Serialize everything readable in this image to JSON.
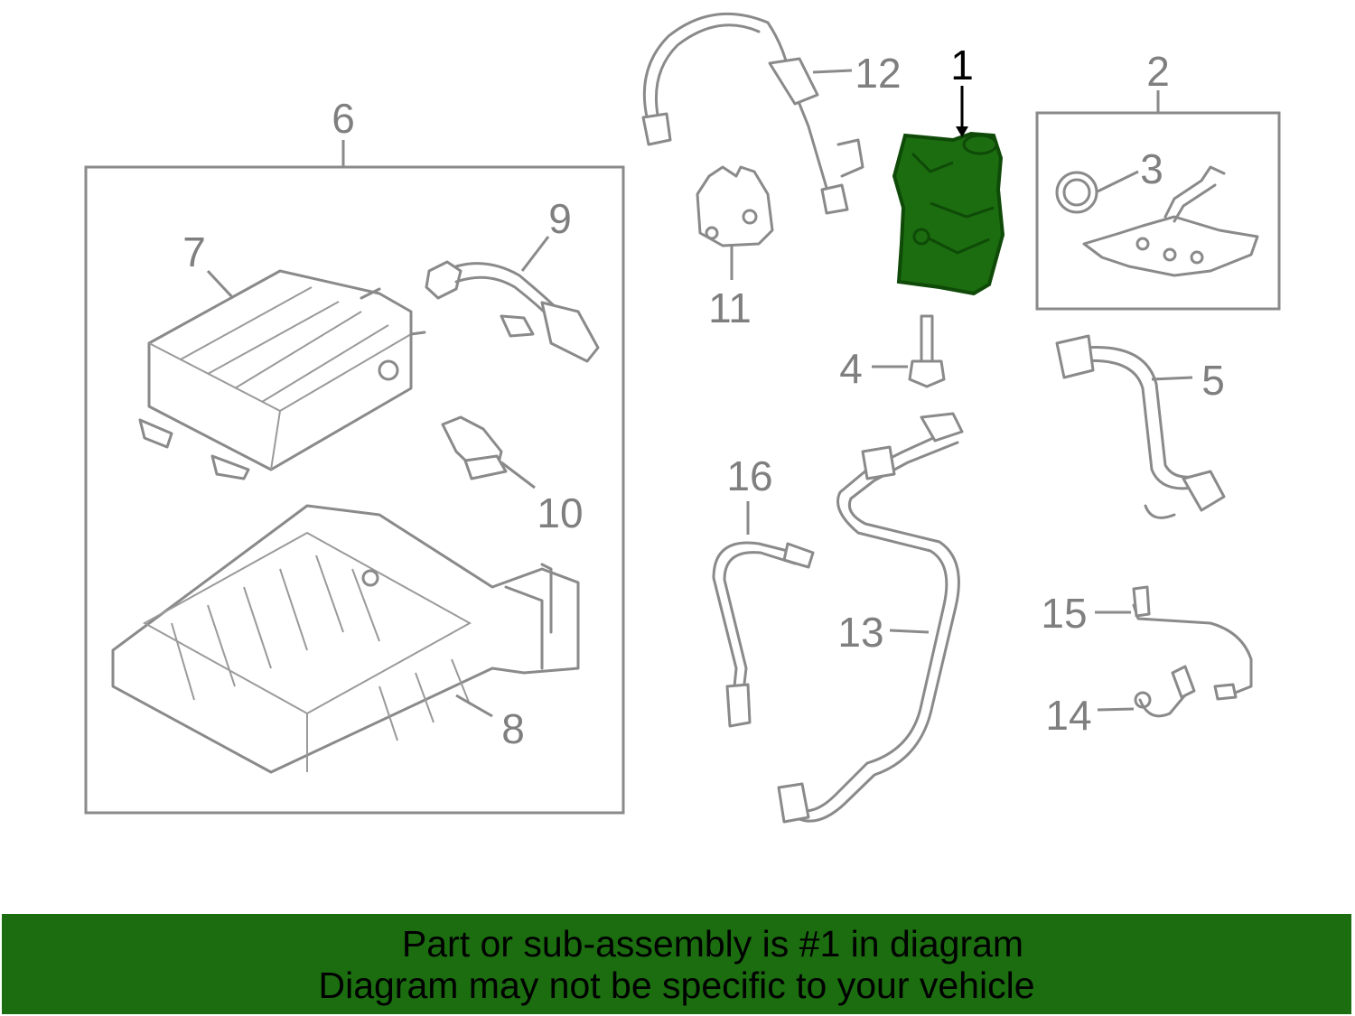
{
  "diagram": {
    "callouts": [
      "1",
      "2",
      "3",
      "4",
      "5",
      "6",
      "7",
      "8",
      "9",
      "10",
      "11",
      "12",
      "13",
      "14",
      "15",
      "16"
    ],
    "highlighted_part": "1",
    "highlight_color": "#1b6d10"
  },
  "banner": {
    "line1": "Part or sub-assembly is #1 in diagram",
    "line2": "Diagram may not be specific to your vehicle",
    "background": "#1b6d10"
  }
}
